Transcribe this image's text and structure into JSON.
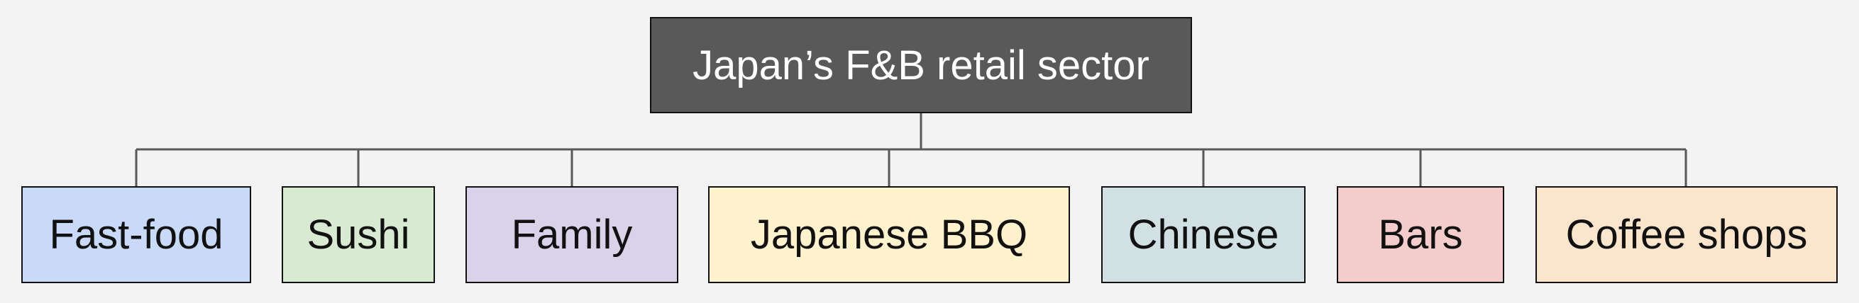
{
  "colors": {
    "background": "#f3f3f3",
    "root_fill": "#595959",
    "root_text": "#ffffff",
    "connector": "#595959"
  },
  "root": {
    "label": "Japan’s F&B retail sector"
  },
  "children": [
    {
      "label": "Fast-food",
      "color": "#c9daf8"
    },
    {
      "label": "Sushi",
      "color": "#d9ead3"
    },
    {
      "label": "Family",
      "color": "#d9d2e9"
    },
    {
      "label": "Japanese BBQ",
      "color": "#fff2cc"
    },
    {
      "label": "Chinese",
      "color": "#d0e0e3"
    },
    {
      "label": "Bars",
      "color": "#f4cccc"
    },
    {
      "label": "Coffee shops",
      "color": "#fce5cd"
    }
  ]
}
